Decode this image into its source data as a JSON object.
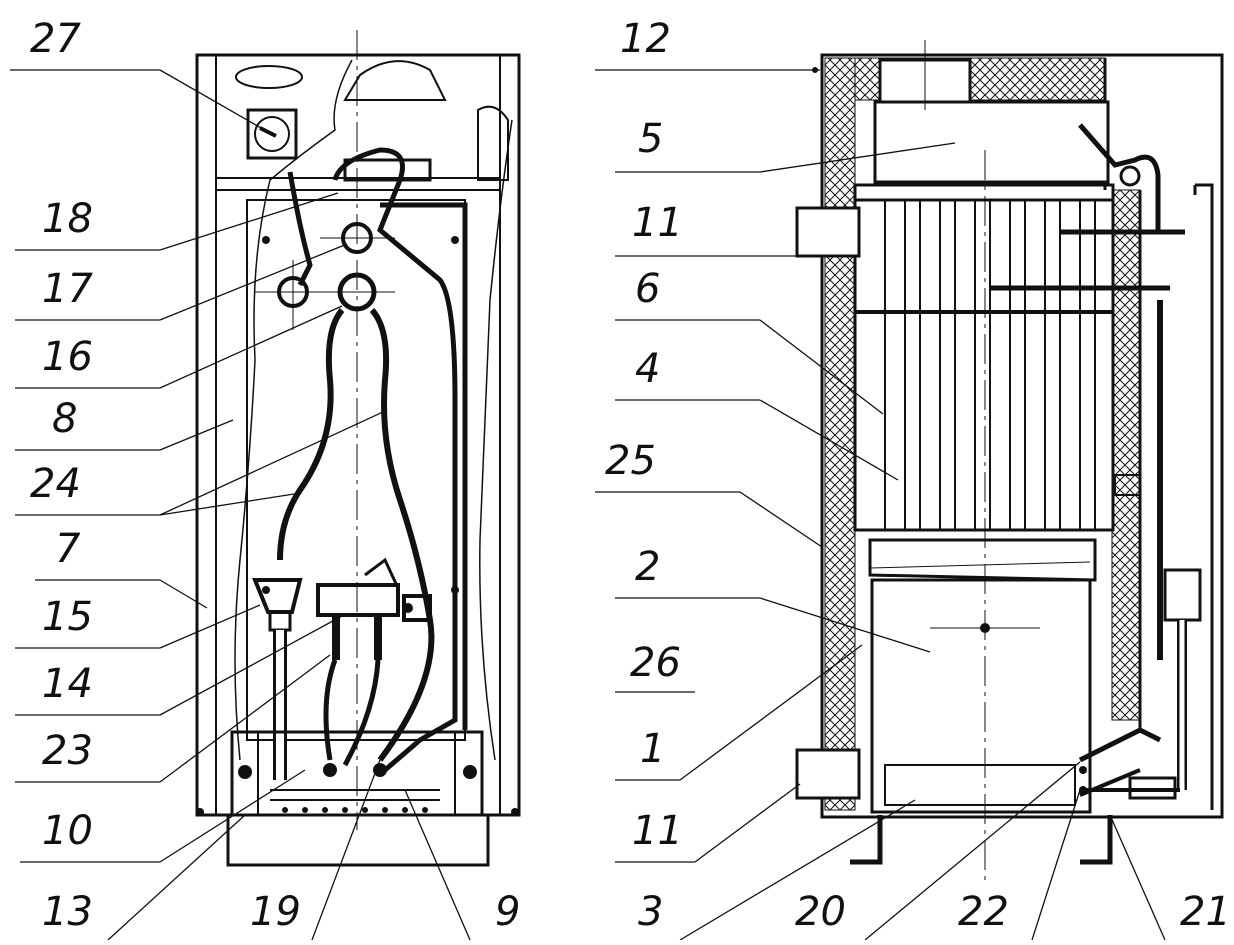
{
  "diagram": {
    "left_labels": [
      "27",
      "18",
      "17",
      "16",
      "8",
      "24",
      "7",
      "15",
      "14",
      "23",
      "10",
      "13",
      "19",
      "9"
    ],
    "right_labels": [
      "12",
      "5",
      "11",
      "6",
      "4",
      "25",
      "2",
      "26",
      "1",
      "11",
      "3",
      "20",
      "22",
      "21"
    ],
    "colors": {
      "line": "#111111",
      "hatch": "#111111",
      "background": "#ffffff"
    }
  }
}
